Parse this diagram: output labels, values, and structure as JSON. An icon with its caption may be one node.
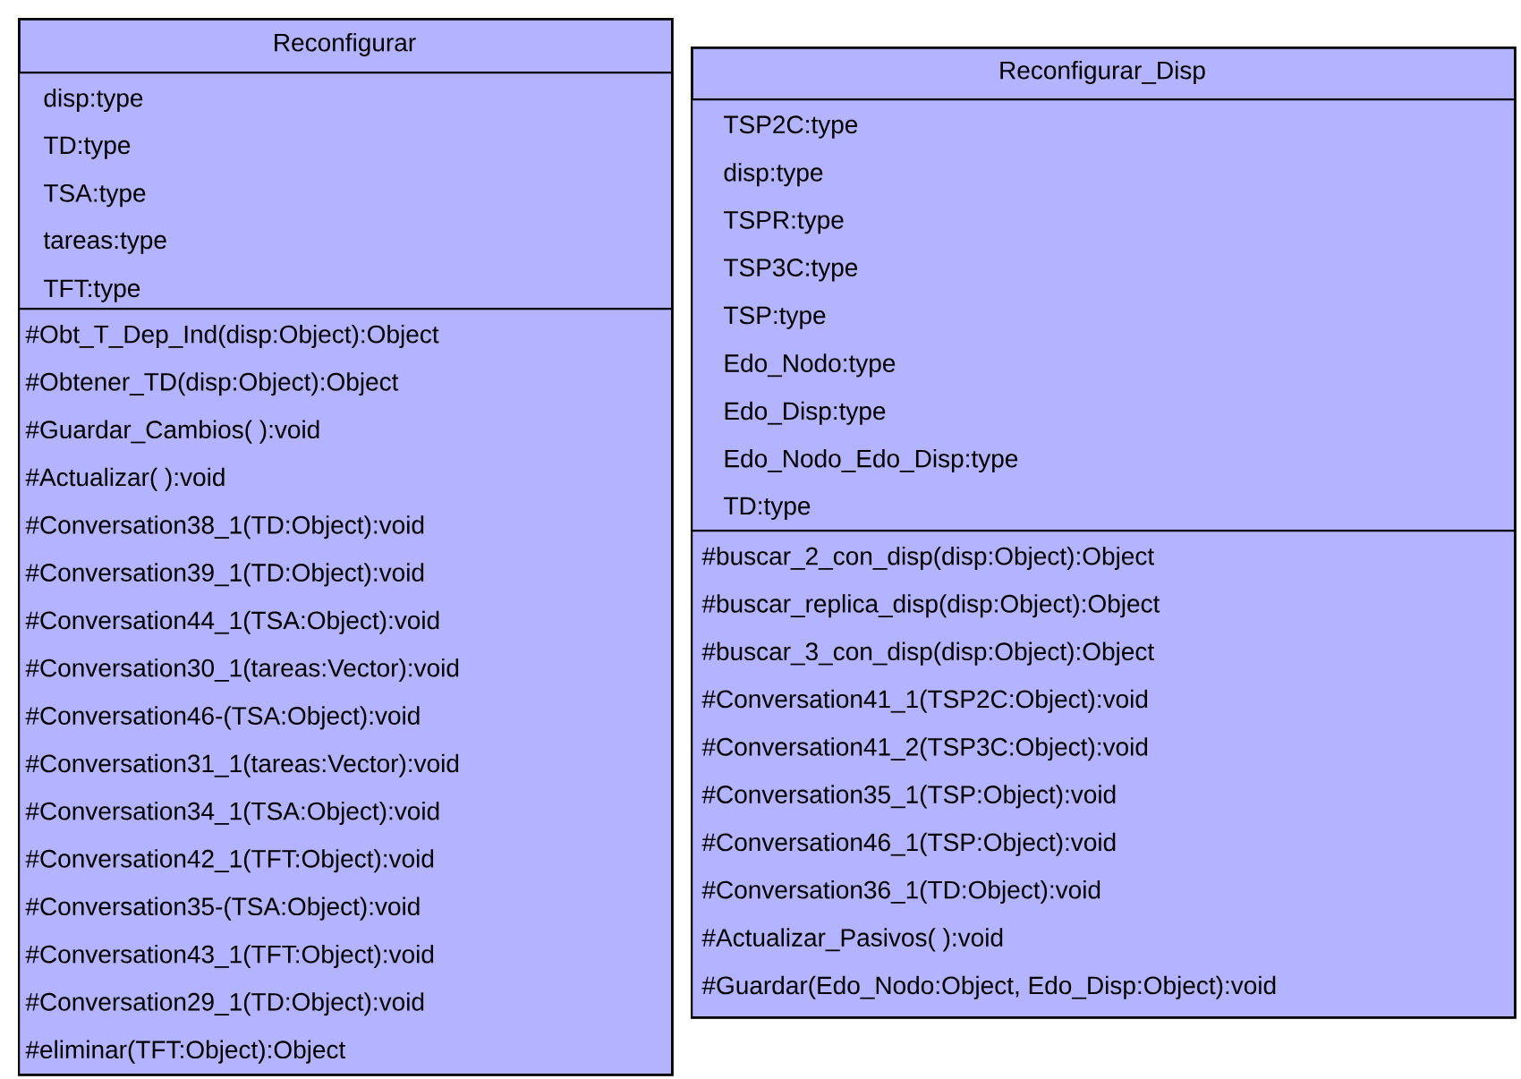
{
  "diagram": {
    "nodes": [
      {
        "text": [
          "Reconfigurar"
        ]
      },
      {
        "text": [
          "disp:type",
          "TD:type",
          "TSA:type",
          "tareas:type",
          "TFT:type"
        ],
        "in": 0
      },
      {
        "text": [
          "#Obt_T_Dep_Ind(disp:Object):Object",
          "#Obtener_TD(disp:Object):Object",
          "#Guardar_Cambios( ):void",
          "#Actualizar( ):void",
          "#Conversation38_1(TD:Object):void",
          "#Conversation39_1(TD:Object):void",
          "#Conversation44_1(TSA:Object):void",
          "#Conversation30_1(tareas:Vector):void",
          "#Conversation46-(TSA:Object):void",
          "#Conversation31_1(tareas:Vector):void",
          "#Conversation34_1(TSA:Object):void",
          "#Conversation42_1(TFT:Object):void",
          "#Conversation35-(TSA:Object):void",
          "#Conversation43_1(TFT:Object):void",
          "#Conversation29_1(TD:Object):void",
          "#eliminar(TFT:Object):Object"
        ],
        "in": 0
      },
      {
        "text": [
          "Reconfigurar_Disp"
        ]
      },
      {
        "text": [
          "TSP2C:type",
          "disp:type",
          "TSPR:type",
          "TSP3C:type",
          "TSP:type",
          "Edo_Nodo:type",
          "Edo_Disp:type",
          "Edo_Nodo_Edo_Disp:type",
          "TD:type"
        ],
        "in": 3
      },
      {
        "text": [
          "#buscar_2_con_disp(disp:Object):Object",
          "#buscar_replica_disp(disp:Object):Object",
          "#buscar_3_con_disp(disp:Object):Object",
          "#Conversation41_1(TSP2C:Object):void",
          "#Conversation41_2(TSP3C:Object):void",
          "#Conversation35_1(TSP:Object):void",
          "#Conversation46_1(TSP:Object):void",
          "#Conversation36_1(TD:Object):void",
          "#Actualizar_Pasivos( ):void",
          "#Guardar(Edo_Nodo:Object, Edo_Disp:Object):void"
        ],
        "in": 3
      }
    ]
  }
}
